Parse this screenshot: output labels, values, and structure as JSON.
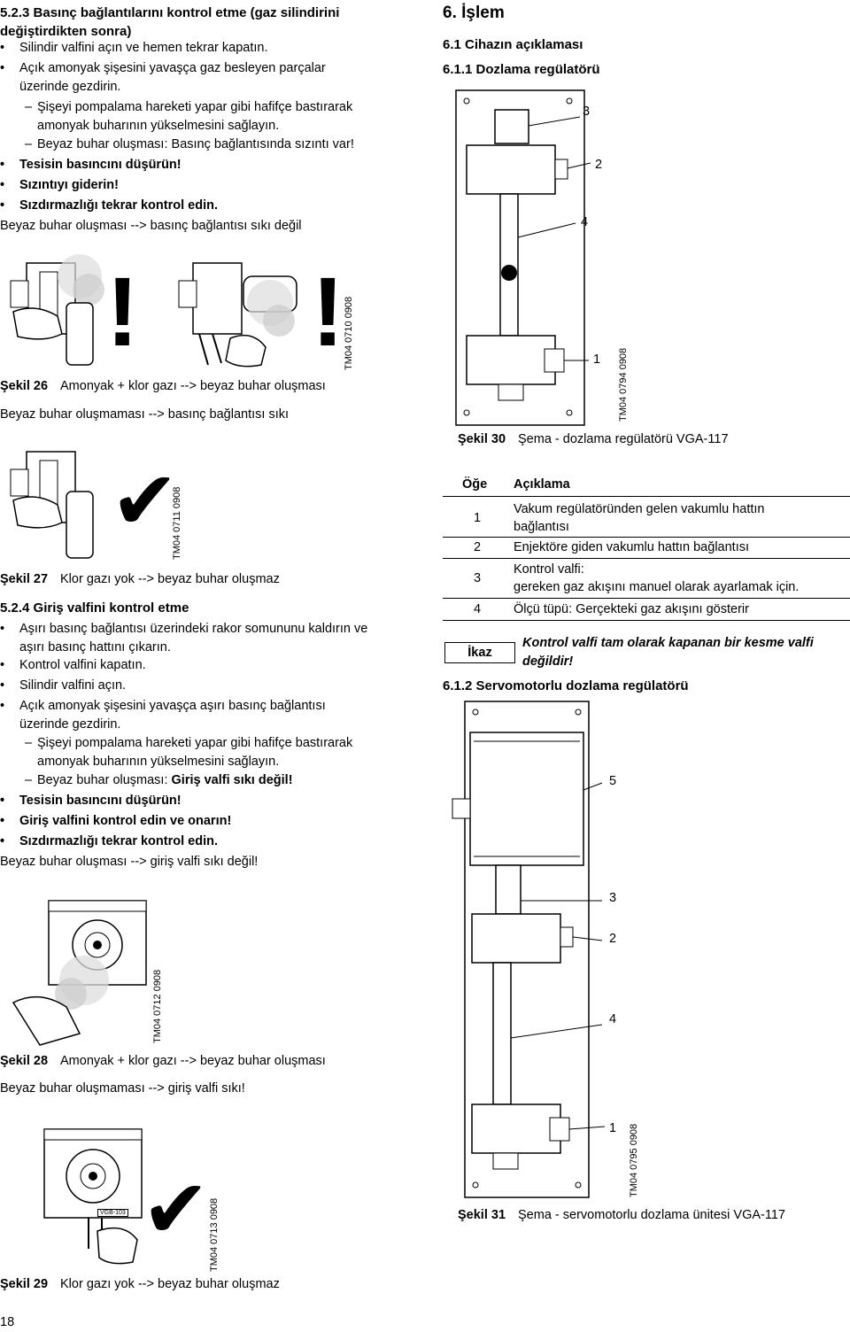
{
  "page_number": "18",
  "sec_523": {
    "title_line1": "5.2.3 Basınç bağlantılarını kontrol etme (gaz silindirini",
    "title_line2": "değiştirdikten sonra)",
    "item1": "Silindir valfini açın ve hemen tekrar kapatın.",
    "item2_l1": "Açık amonyak şişesini yavaşça gaz besleyen parçalar",
    "item2_l2": "üzerinde gezdirin.",
    "dash1_l1": "Şişeyi pompalama hareketi yapar gibi hafifçe bastırarak",
    "dash1_l2": "amonyak buharının yükselmesini sağlayın.",
    "dash2": "Beyaz buhar oluşması: Basınç bağlantısında sızıntı var!",
    "bold1": "Tesisin basıncını düşürün!",
    "bold2": "Sızıntıyı giderin!",
    "bold3": "Sızdırmazlığı tekrar kontrol edin.",
    "note1": "Beyaz buhar oluşması --> basınç bağlantısı sıkı değil",
    "code26": "TM04 0710 0908",
    "fig26_num": "Şekil 26",
    "fig26_text": "Amonyak + klor gazı --> beyaz buhar oluşması",
    "note2": "Beyaz buhar oluşmaması --> basınç bağlantısı sıkı",
    "code27": "TM04 0711 0908",
    "fig27_num": "Şekil 27",
    "fig27_text": "Klor gazı yok --> beyaz buhar oluşmaz"
  },
  "sec_524": {
    "title": "5.2.4 Giriş valfini kontrol etme",
    "item1_l1": "Aşırı basınç bağlantısı üzerindeki rakor somununu kaldırın ve",
    "item1_l2": "aşırı basınç hattını çıkarın.",
    "item2": "Kontrol valfini kapatın.",
    "item3": "Silindir valfini açın.",
    "item4_l1": "Açık amonyak şişesini yavaşça aşırı basınç bağlantısı",
    "item4_l2": "üzerinde gezdirin.",
    "dash1_l1": "Şişeyi pompalama hareketi yapar gibi hafifçe bastırarak",
    "dash1_l2": "amonyak buharının yükselmesini sağlayın.",
    "dash2_normal": "Beyaz buhar oluşması: ",
    "dash2_bold": "Giriş valfi sıkı değil!",
    "bold1": "Tesisin basıncını düşürün!",
    "bold2": "Giriş valfini kontrol edin ve onarın!",
    "bold3": "Sızdırmazlığı tekrar kontrol edin.",
    "note1": "Beyaz buhar oluşması --> giriş valfi sıkı değil!",
    "code28": "TM04 0712 0908",
    "fig28_num": "Şekil 28",
    "fig28_text": "Amonyak + klor gazı --> beyaz buhar oluşması",
    "note2": "Beyaz buhar oluşmaması --> giriş valfi sıkı!",
    "code29": "TM04 0713 0908",
    "fig29_num": "Şekil 29",
    "fig29_text": "Klor gazı yok --> beyaz buhar oluşmaz",
    "device_label": "VGB-103"
  },
  "sec_6": {
    "title": "6. İşlem",
    "sub1": "6.1 Cihazın açıklaması",
    "sub11": "6.1.1 Dozlama regülatörü",
    "fig30_callouts": [
      "3",
      "2",
      "4",
      "1"
    ],
    "code30": "TM04 0794 0908",
    "fig30_num": "Şekil 30",
    "fig30_text": "Şema - dozlama regülatörü VGA-117",
    "table_headers": [
      "Öğe",
      "Açıklama"
    ],
    "table_rows": [
      {
        "item": "1",
        "desc_l1": "Vakum regülatöründen gelen vakumlu hattın",
        "desc_l2": "bağlantısı"
      },
      {
        "item": "2",
        "desc_l1": "Enjektöre giden vakumlu hattın bağlantısı",
        "desc_l2": ""
      },
      {
        "item": "3",
        "desc_l1": "Kontrol valfi:",
        "desc_l2": "gereken gaz akışını manuel olarak ayarlamak için."
      },
      {
        "item": "4",
        "desc_l1": "Ölçü tüpü: Gerçekteki gaz akışını gösterir",
        "desc_l2": ""
      }
    ],
    "caution_label": "İkaz",
    "caution_l1": "Kontrol valfi tam olarak kapanan bir kesme valfi",
    "caution_l2": "değildir!",
    "sub12": "6.1.2 Servomotorlu dozlama regülatörü",
    "fig31_callouts": [
      "5",
      "3",
      "2",
      "4",
      "1"
    ],
    "code31": "TM04 0795 0908",
    "fig31_num": "Şekil 31",
    "fig31_text": "Şema - servomotorlu dozlama ünitesi VGA-117"
  }
}
